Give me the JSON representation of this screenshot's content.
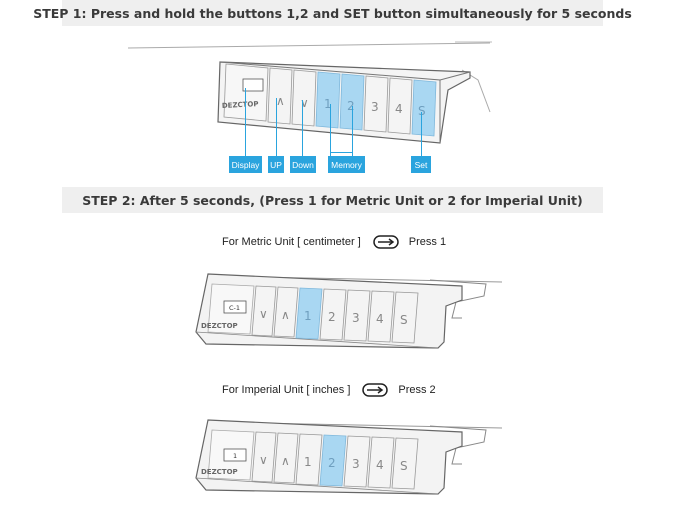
{
  "step1": {
    "title": "STEP 1:  Press and hold the buttons 1,2 and SET button simultaneously for 5 seconds"
  },
  "step2": {
    "title": "STEP 2:  After 5 seconds, (Press 1 for Metric Unit or 2 for Imperial Unit)"
  },
  "brand": "DEZCTOP",
  "callouts": {
    "display": "Display",
    "up": "UP",
    "down": "Down",
    "memory": "Memory",
    "set": "Set"
  },
  "metric": {
    "label": "For Metric Unit [ centimeter ]",
    "press": "Press 1",
    "display_text": "C-1"
  },
  "imperial": {
    "label": "For Imperial Unit [ inches ]",
    "press": "Press 2",
    "display_text": "1"
  },
  "buttons": {
    "up": "∧",
    "down": "∨",
    "b1": "1",
    "b2": "2",
    "b3": "3",
    "b4": "4",
    "set": "S"
  },
  "colors": {
    "accent": "#2aa4de",
    "highlight": "#a9d7f2",
    "banner_bg": "#efefef"
  }
}
